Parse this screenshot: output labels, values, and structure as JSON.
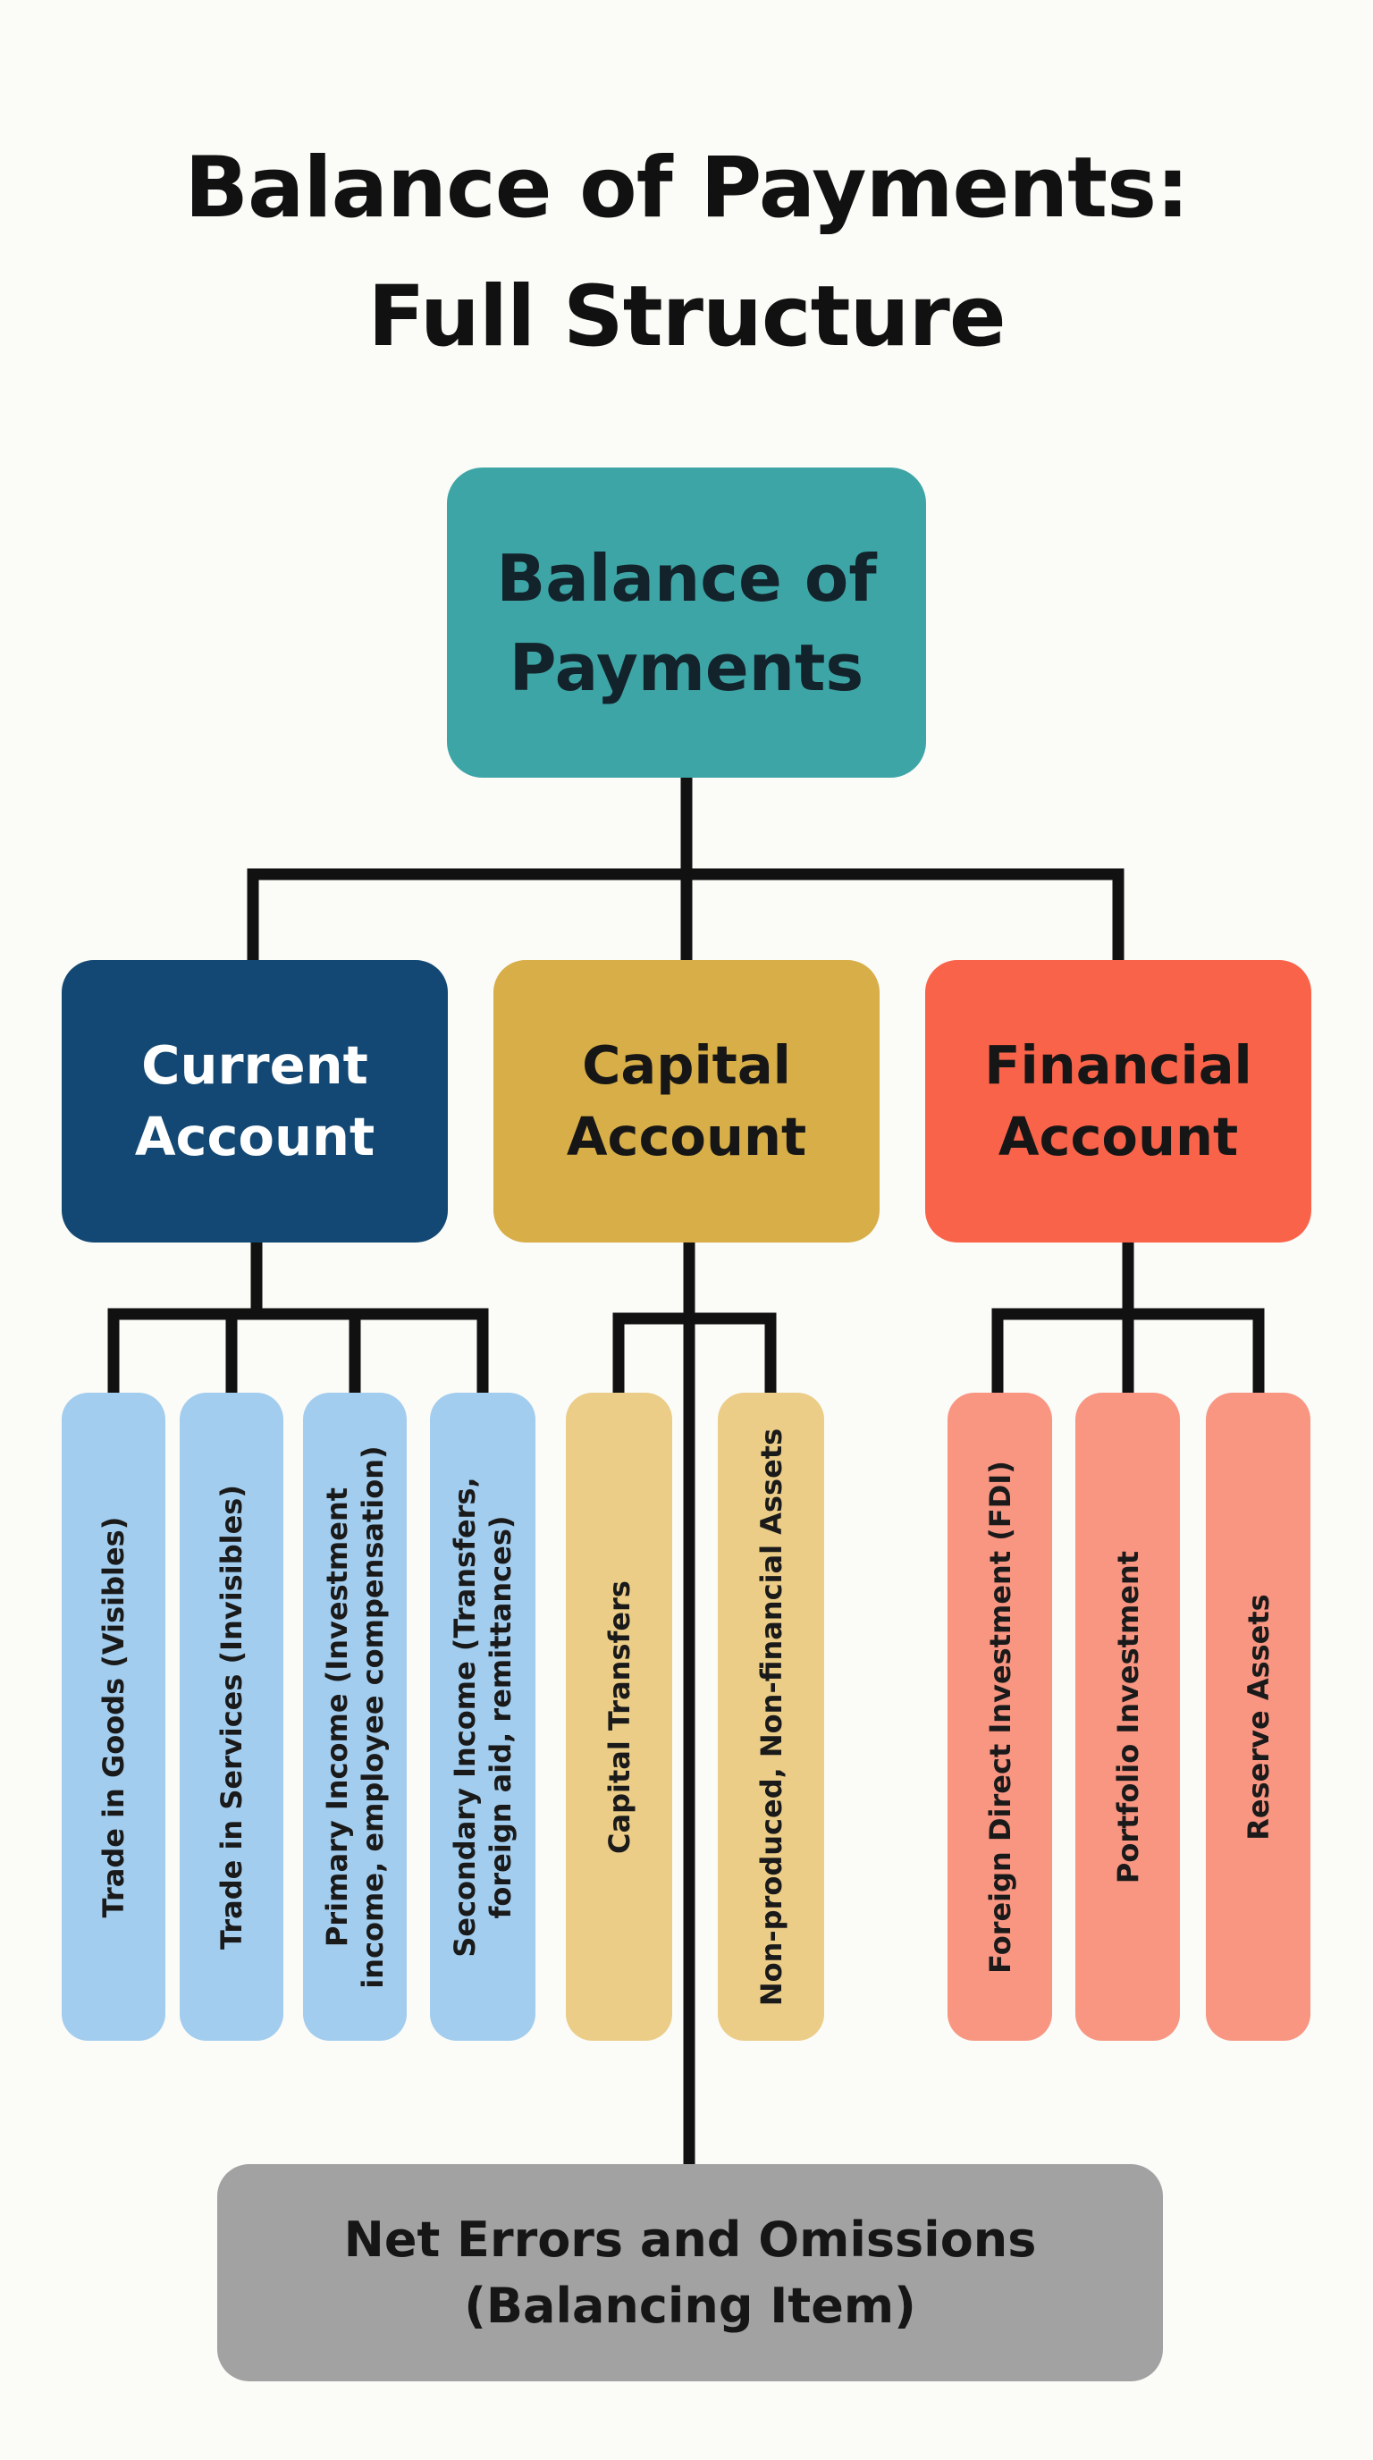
{
  "title": {
    "line1": "Balance of Payments:",
    "line2": "Full Structure"
  },
  "colors": {
    "root": "#3ea5a6",
    "current_account": "#124873",
    "capital_account": "#d7ae48",
    "financial_account": "#f9634a",
    "current_items": "#a3cdee",
    "capital_items": "#ebcd88",
    "financial_items": "#f89682",
    "balancing_item": "#a2a2a2",
    "connector": "#111111"
  },
  "root": {
    "line1": "Balance of",
    "line2": "Payments"
  },
  "accounts": {
    "current": {
      "line1": "Current",
      "line2": "Account",
      "items": [
        {
          "line1": "Trade in Goods (Visibles)"
        },
        {
          "line1": "Trade in Services (Invisibles)"
        },
        {
          "line1": "Primary Income (Investment",
          "line2": "income, employee compensation)"
        },
        {
          "line1": "Secondary Income (Transfers,",
          "line2": "foreign aid, remittances)"
        }
      ]
    },
    "capital": {
      "line1": "Capital",
      "line2": "Account",
      "items": [
        {
          "line1": "Capital Transfers"
        },
        {
          "line1": "Non-produced, Non-financial Assets"
        }
      ]
    },
    "financial": {
      "line1": "Financial",
      "line2": "Account",
      "items": [
        {
          "line1": "Foreign Direct Investment (FDI)"
        },
        {
          "line1": "Portfolio Investment"
        },
        {
          "line1": "Reserve Assets"
        }
      ]
    }
  },
  "balancing_item": {
    "line1": "Net Errors and Omissions",
    "line2": "(Balancing Item)"
  }
}
